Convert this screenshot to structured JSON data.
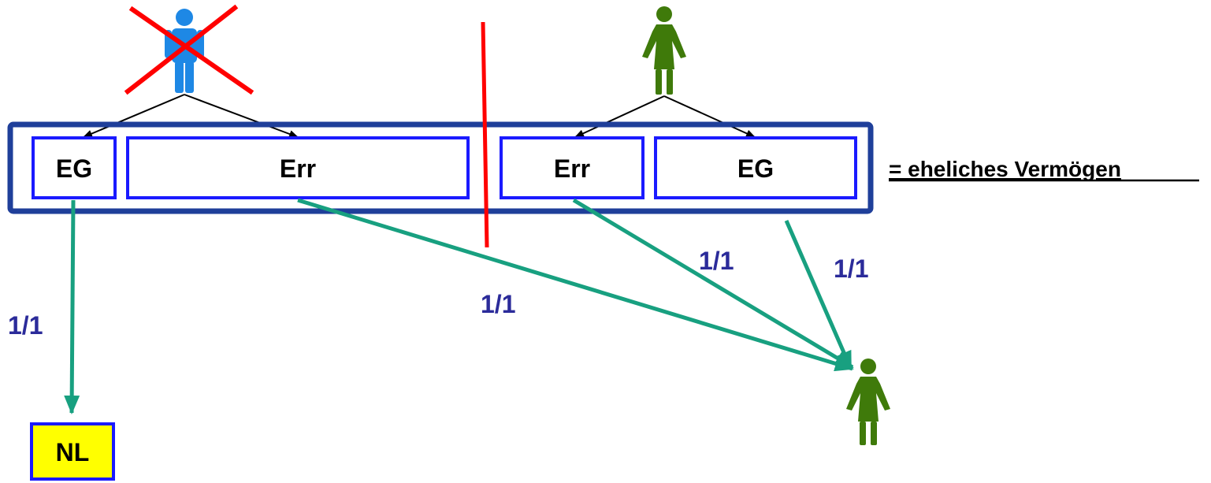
{
  "colors": {
    "outer_frame": "#1f3f9a",
    "inner_box": "#1a1aff",
    "divider": "#ff0000",
    "cross": "#ff0000",
    "male_figure": "#1e88e5",
    "female_figure": "#3f7a0a",
    "flow_arrow": "#18a080",
    "fraction_text": "#2b2b9a",
    "nl_fill": "#ffff00"
  },
  "boxes": {
    "left_eg": "EG",
    "left_err": "Err",
    "right_err": "Err",
    "right_eg": "EG"
  },
  "legend_text": "= eheliches Vermögen",
  "fractions": {
    "to_nl": "1/1",
    "left_err_to_heir": "1/1",
    "right_err_to_heir": "1/1",
    "right_eg_to_heir": "1/1"
  },
  "nl_label": "NL",
  "icons": {
    "deceased": "male-person-crossed-icon",
    "spouse": "female-person-icon",
    "heir": "female-person-icon"
  }
}
